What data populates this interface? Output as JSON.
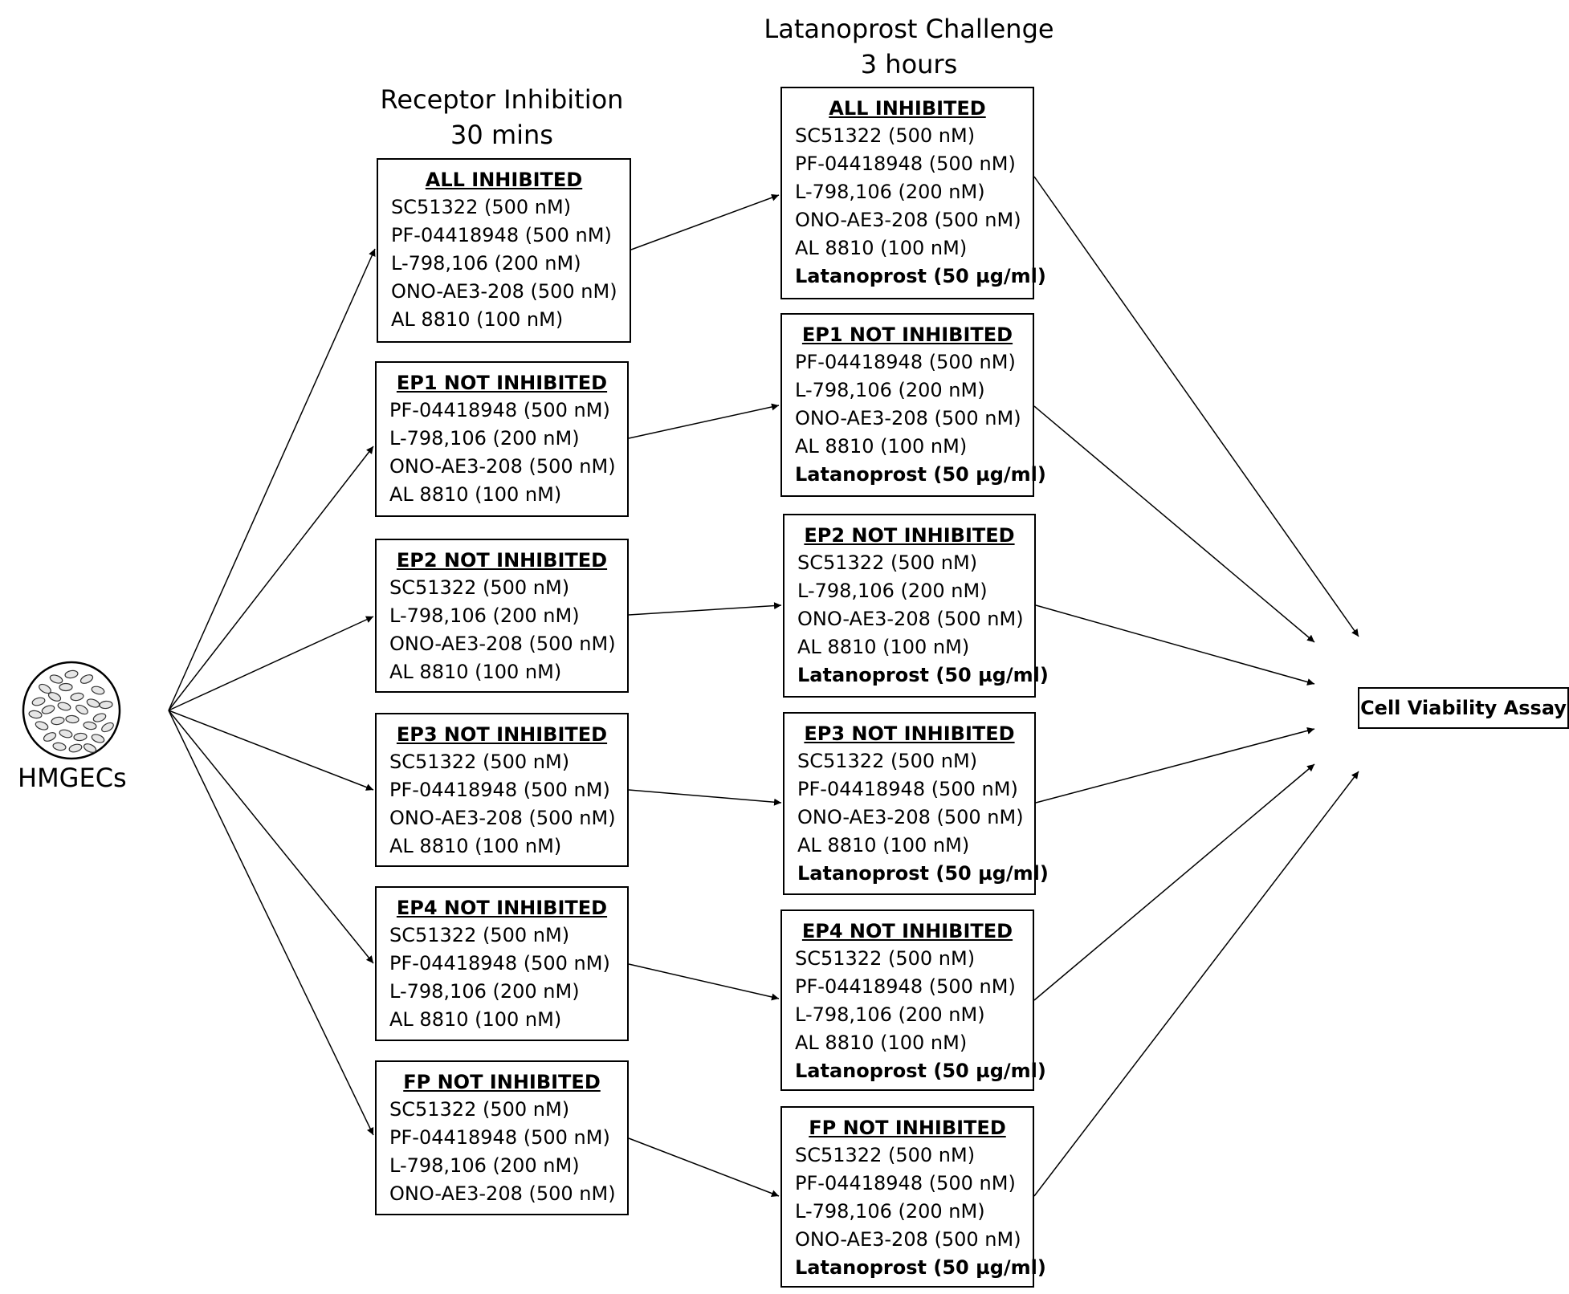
{
  "headings": {
    "inhibition_line1": "Receptor Inhibition",
    "inhibition_line2": "30 mins",
    "challenge_line1": "Latanoprost Challenge",
    "challenge_line2": "3 hours"
  },
  "source": {
    "label": "HMGECs",
    "icon": "cell-dish-icon"
  },
  "inhibition_boxes": [
    {
      "title": "ALL INHIBITED",
      "lines": [
        "SC51322 (500 nM)",
        "PF-04418948 (500 nM)",
        "L-798,106 (200 nM)",
        "ONO-AE3-208 (500 nM)",
        "AL 8810 (100 nM)"
      ]
    },
    {
      "title": "EP1 NOT INHIBITED",
      "lines": [
        "PF-04418948 (500 nM)",
        "L-798,106 (200 nM)",
        "ONO-AE3-208 (500 nM)",
        "AL 8810 (100 nM)"
      ]
    },
    {
      "title": "EP2 NOT INHIBITED",
      "lines": [
        "SC51322 (500 nM)",
        "L-798,106 (200 nM)",
        "ONO-AE3-208 (500 nM)",
        "AL 8810 (100 nM)"
      ]
    },
    {
      "title": "EP3 NOT INHIBITED",
      "lines": [
        "SC51322 (500 nM)",
        "PF-04418948 (500 nM)",
        "ONO-AE3-208 (500 nM)",
        "AL 8810 (100 nM)"
      ]
    },
    {
      "title": "EP4 NOT INHIBITED",
      "lines": [
        "SC51322 (500 nM)",
        "PF-04418948 (500 nM)",
        "L-798,106 (200 nM)",
        "AL 8810 (100 nM)"
      ]
    },
    {
      "title": "FP NOT INHIBITED",
      "lines": [
        "SC51322 (500 nM)",
        "PF-04418948 (500 nM)",
        "L-798,106 (200 nM)",
        "ONO-AE3-208 (500 nM)"
      ]
    }
  ],
  "challenge_boxes": [
    {
      "title": "ALL INHIBITED",
      "lines": [
        "SC51322 (500 nM)",
        "PF-04418948 (500 nM)",
        "L-798,106 (200 nM)",
        "ONO-AE3-208 (500 nM)",
        "AL 8810 (100 nM)"
      ],
      "bold_line": "Latanoprost (50 µg/ml)"
    },
    {
      "title": "EP1 NOT INHIBITED",
      "lines": [
        "PF-04418948 (500 nM)",
        "L-798,106 (200 nM)",
        "ONO-AE3-208 (500 nM)",
        "AL 8810 (100 nM)"
      ],
      "bold_line": "Latanoprost (50 µg/ml)"
    },
    {
      "title": "EP2 NOT INHIBITED",
      "lines": [
        "SC51322 (500 nM)",
        "L-798,106 (200 nM)",
        "ONO-AE3-208 (500 nM)",
        "AL 8810 (100 nM)"
      ],
      "bold_line": "Latanoprost (50 µg/ml)"
    },
    {
      "title": "EP3 NOT INHIBITED",
      "lines": [
        "SC51322 (500 nM)",
        "PF-04418948 (500 nM)",
        "ONO-AE3-208 (500 nM)",
        "AL 8810 (100 nM)"
      ],
      "bold_line": "Latanoprost (50 µg/ml)"
    },
    {
      "title": "EP4 NOT INHIBITED",
      "lines": [
        "SC51322 (500 nM)",
        "PF-04418948 (500 nM)",
        "L-798,106 (200 nM)",
        "AL 8810 (100 nM)"
      ],
      "bold_line": "Latanoprost (50 µg/ml)"
    },
    {
      "title": "FP NOT INHIBITED",
      "lines": [
        "SC51322 (500 nM)",
        "PF-04418948 (500 nM)",
        "L-798,106 (200 nM)",
        "ONO-AE3-208 (500 nM)"
      ],
      "bold_line": "Latanoprost (50 µg/ml)"
    }
  ],
  "assay": {
    "label": "Cell Viability Assay"
  },
  "colors": {
    "line": "#000000",
    "cell_fill": "#e6e6e6",
    "background": "#ffffff"
  }
}
